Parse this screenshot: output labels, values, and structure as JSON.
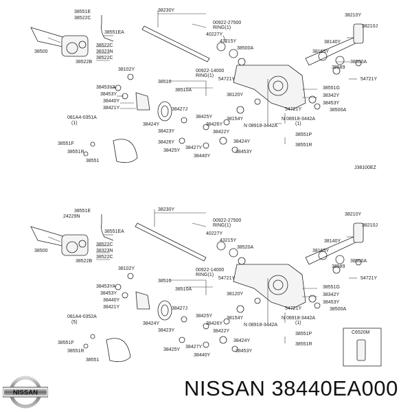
{
  "diagram_top": {
    "ref_code": "J38100EZ",
    "labels": [
      "38551E",
      "38522C",
      "38551EA",
      "38230Y",
      "00922-27500",
      "RING(1)",
      "38210Y",
      "38210J",
      "38500",
      "38522C",
      "38323N",
      "38522C",
      "38522B",
      "40227Y",
      "43215Y",
      "38500A",
      "38140Y",
      "38165Y",
      "38589",
      "38500A",
      "38102Y",
      "00922-14000",
      "RING(1)",
      "38510",
      "38510A",
      "54721Y",
      "54721Y",
      "38453YA",
      "38453Y",
      "38440Y",
      "38421Y",
      "38120Y",
      "38551G",
      "38342Y",
      "38453Y",
      "38427J",
      "38425Y",
      "38426Y",
      "38154Y",
      "54721Y",
      "38500A",
      "081A4-0351A",
      "(1)",
      "38424Y",
      "38423Y",
      "38422Y",
      "N 08918-3442A",
      "N 08918-3442A",
      "(1)",
      "38551P",
      "38551R",
      "38426Y",
      "38425Y",
      "38427Y",
      "38424Y",
      "38551F",
      "38551R",
      "38551",
      "38440Y",
      "38453Y"
    ]
  },
  "diagram_bottom": {
    "labels": [
      "38551E",
      "24229N",
      "38230Y",
      "00922-27500",
      "RING(1)",
      "38210Y",
      "38210J",
      "38551EA",
      "38500",
      "38522C",
      "38323N",
      "38522C",
      "38522B",
      "40227Y",
      "43215Y",
      "38520A",
      "38140Y",
      "38165Y",
      "38589",
      "38500A",
      "38102Y",
      "00922-14000",
      "RING(1)",
      "38510",
      "38510A",
      "54721Y",
      "54721Y",
      "38453YA",
      "38453Y",
      "38440Y",
      "38421Y",
      "38120Y",
      "38551G",
      "38342Y",
      "38453Y",
      "38427J",
      "38425Y",
      "38426Y",
      "38154Y",
      "54721Y",
      "38500A",
      "081A4-0352A",
      "(5)",
      "38424Y",
      "38423Y",
      "38422Y",
      "N 08918-3442A",
      "N 08918-3442A",
      "(1)",
      "38551P",
      "38551R",
      "38425Y",
      "38427Y",
      "38424Y",
      "38551F",
      "38551R",
      "38551",
      "38440Y",
      "38453Y",
      "C6520M"
    ]
  },
  "logo": {
    "text": "NISSAN"
  },
  "caption": {
    "text": "NISSAN 38440EA000"
  }
}
